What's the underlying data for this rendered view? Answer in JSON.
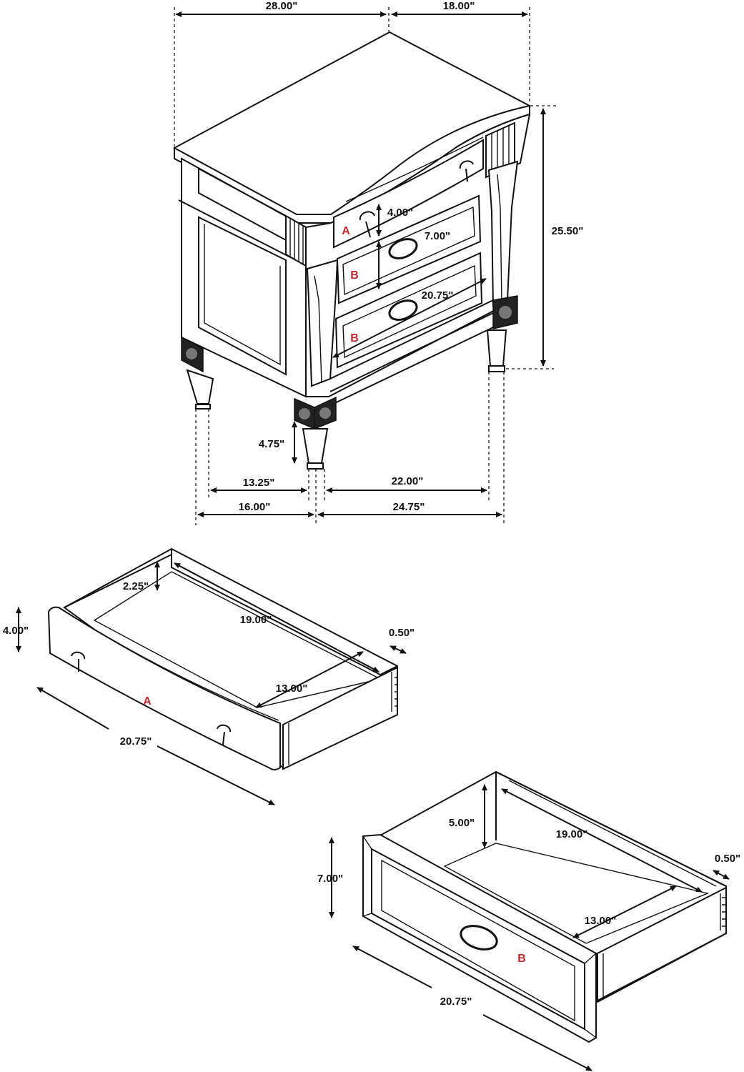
{
  "dimensions": {
    "overall_width": "28.00\"",
    "overall_depth": "18.00\"",
    "overall_height": "25.50\"",
    "top_drawer_height": "4.00\"",
    "middle_drawer_height": "7.00\"",
    "drawer_width_inner": "20.75\"",
    "leg_height": "4.75\"",
    "leg_span_side": "13.25\"",
    "leg_span_front": "22.00\"",
    "base_depth": "16.00\"",
    "base_width": "24.75\""
  },
  "drawer_labels": {
    "a": "A",
    "b": "B"
  },
  "label_color": "#c0262c",
  "drawer_a": {
    "label": "A",
    "inner_height": "2.25\"",
    "outer_height": "4.00\"",
    "inner_width": "19.00\"",
    "inner_depth": "13.00\"",
    "thickness": "0.50\"",
    "front_width": "20.75\""
  },
  "drawer_b": {
    "label": "B",
    "inner_height": "5.00\"",
    "outer_height": "7.00\"",
    "inner_width": "19.00\"",
    "inner_depth": "13.00\"",
    "thickness": "0.50\"",
    "front_width": "20.75\""
  }
}
